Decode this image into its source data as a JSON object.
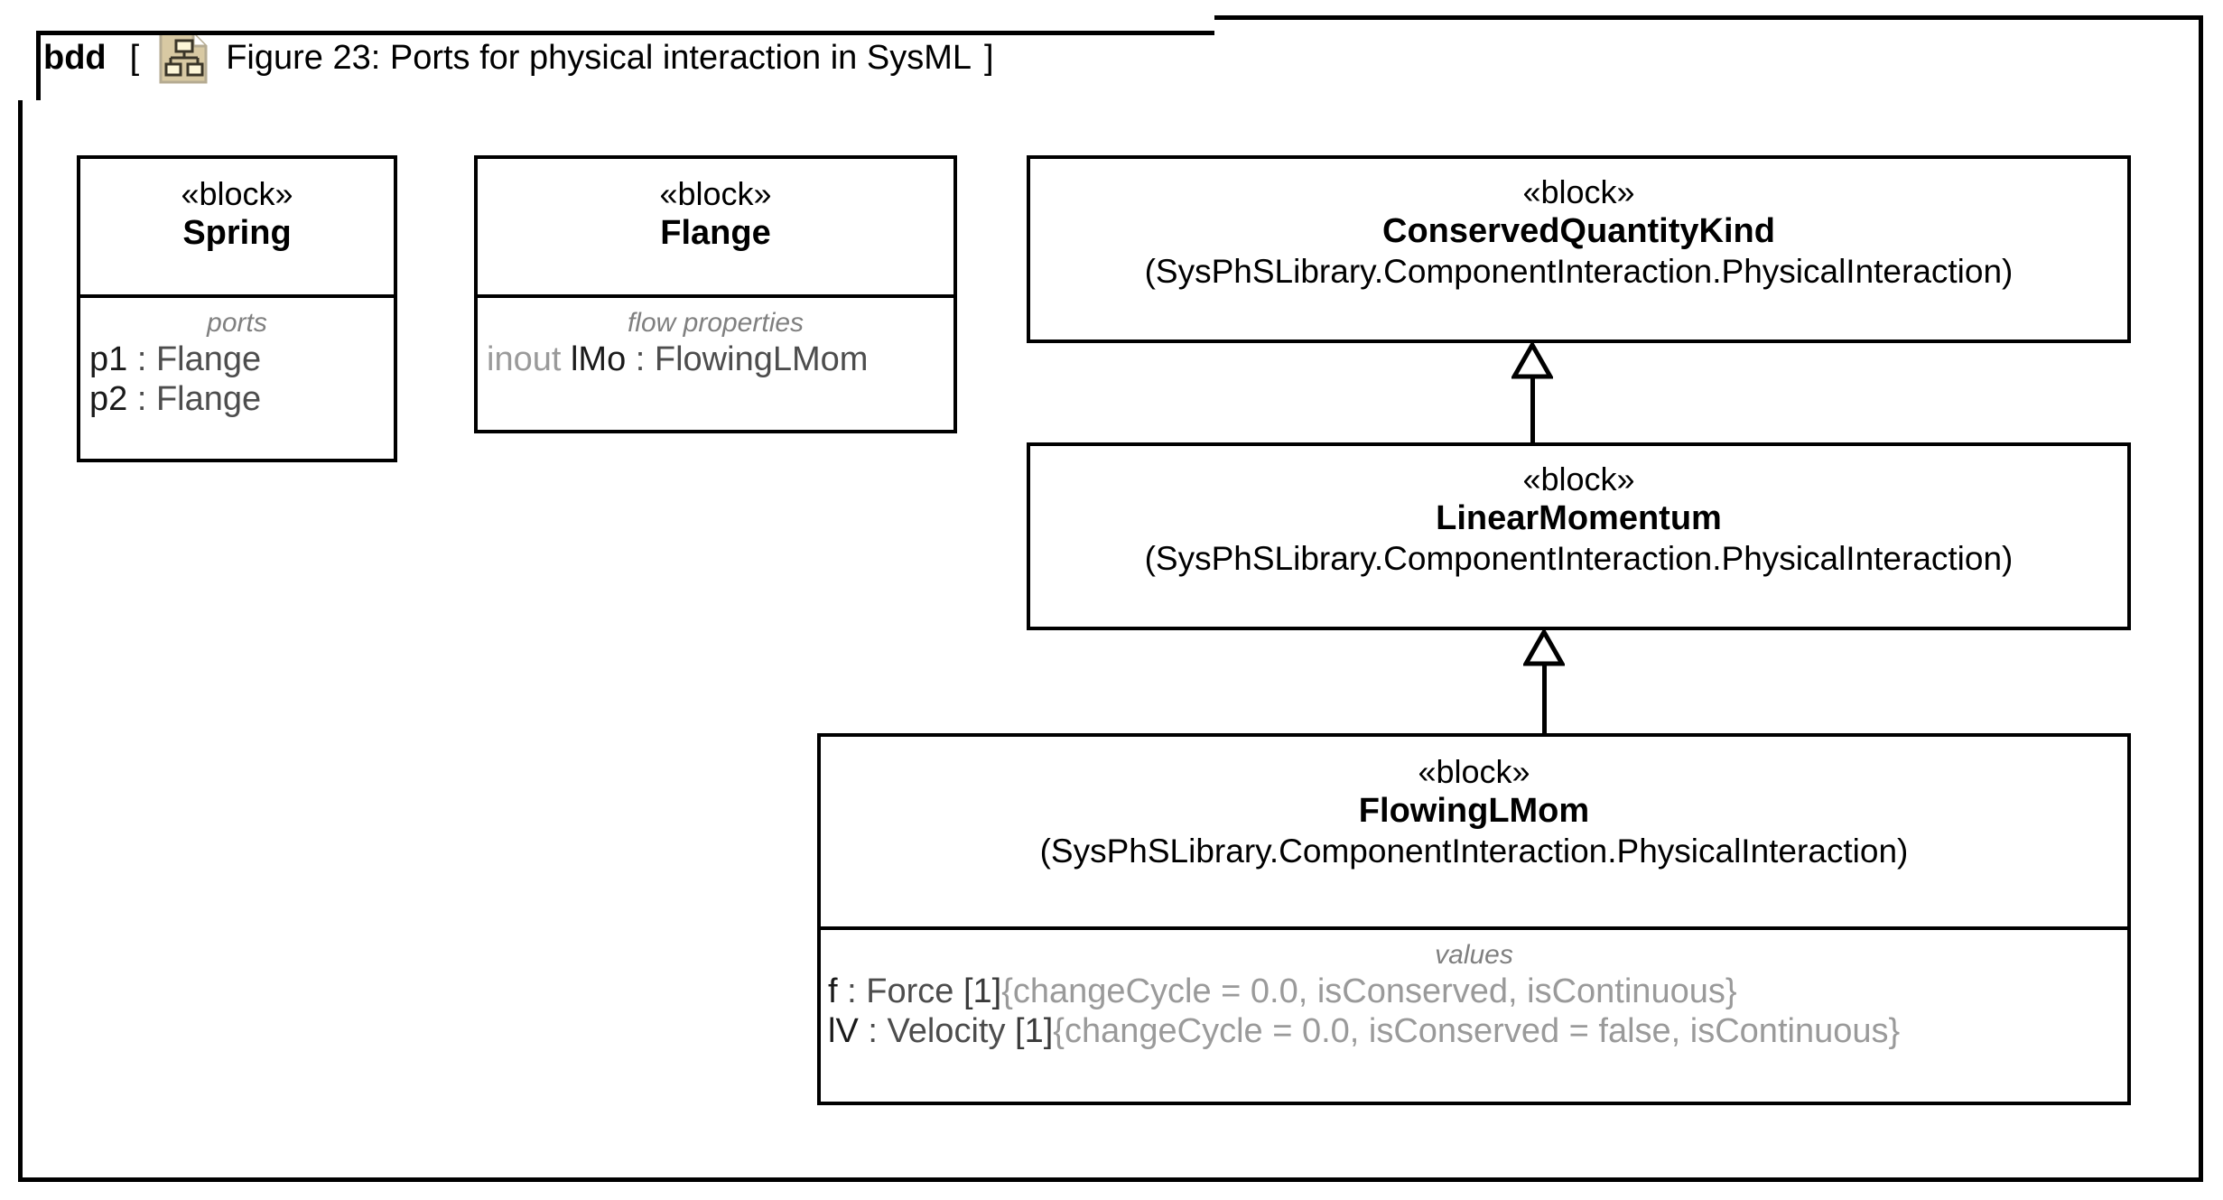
{
  "diagram": {
    "kind": "bdd",
    "bracket_open": "[",
    "bracket_close": "]",
    "icon": "bdd-diagram-icon",
    "title": "Figure 23: Ports for physical interaction in SysML"
  },
  "colors": {
    "border": "#000000",
    "background": "#ffffff",
    "icon_fill": "#d8c9a3",
    "icon_box_fill": "#fdf6d8",
    "icon_stroke": "#3a3528",
    "compartment_label": "#808080",
    "feature_type": "#4d4d4d",
    "direction_keyword": "#9a9a9a",
    "constraint_text": "#9a9a9a"
  },
  "blocks": {
    "spring": {
      "stereotype": "«block»",
      "name": "Spring",
      "compartment_label": "ports",
      "features": [
        {
          "name": "p1",
          "sep": " : ",
          "type": "Flange"
        },
        {
          "name": "p2",
          "sep": " : ",
          "type": "Flange"
        }
      ]
    },
    "flange": {
      "stereotype": "«block»",
      "name": "Flange",
      "compartment_label": "flow properties",
      "features": [
        {
          "direction": "inout ",
          "name": "lMo",
          "sep": " : ",
          "type": "FlowingLMom"
        }
      ]
    },
    "conserved_quantity_kind": {
      "stereotype": "«block»",
      "name": "ConservedQuantityKind",
      "qualified_name": "(SysPhSLibrary.ComponentInteraction.PhysicalInteraction)"
    },
    "linear_momentum": {
      "stereotype": "«block»",
      "name": "LinearMomentum",
      "qualified_name": "(SysPhSLibrary.ComponentInteraction.PhysicalInteraction)"
    },
    "flowing_lmom": {
      "stereotype": "«block»",
      "name": "FlowingLMom",
      "qualified_name": "(SysPhSLibrary.ComponentInteraction.PhysicalInteraction)",
      "compartment_label": "values",
      "values": [
        {
          "name": "f",
          "sep": " : ",
          "type": "Force",
          "multiplicity": " [1]",
          "constraint": "{changeCycle = 0.0, isConserved, isContinuous}"
        },
        {
          "name": "lV",
          "sep": " : ",
          "type": "Velocity",
          "multiplicity": " [1]",
          "constraint": "{changeCycle = 0.0, isConserved = false, isContinuous}"
        }
      ]
    }
  },
  "relationships": [
    {
      "type": "generalization",
      "from": "LinearMomentum",
      "to": "ConservedQuantityKind"
    },
    {
      "type": "generalization",
      "from": "FlowingLMom",
      "to": "LinearMomentum"
    }
  ]
}
